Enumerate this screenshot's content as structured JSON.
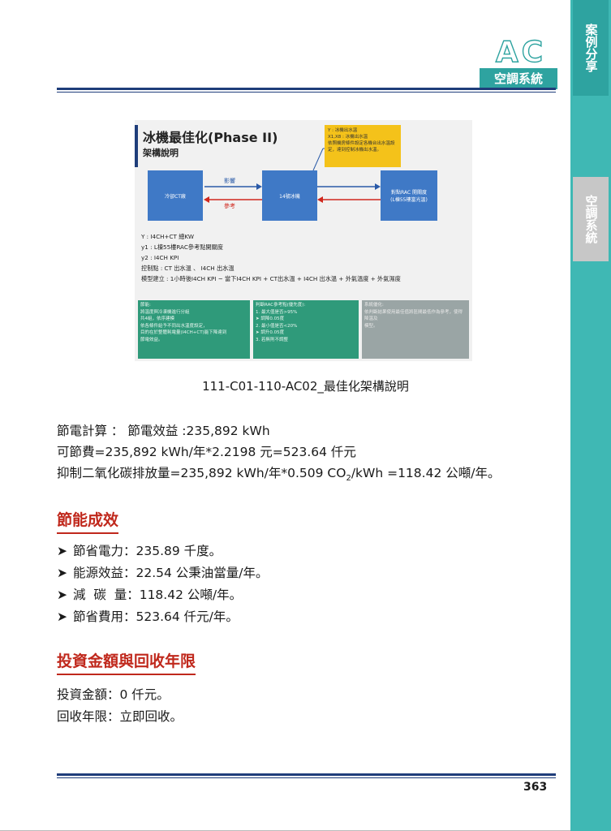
{
  "sidebar": {
    "tab_top": "案例分享",
    "tab_mid": "空調系統"
  },
  "header": {
    "logo": "AC",
    "label": "空調系統"
  },
  "figure": {
    "title": "冰機最佳化(Phase II)",
    "subtitle": "架構說明",
    "note": "Y : 冰機出水溫\nX1,X8 : 冰機出水溫\n依照機房條件設定各機台出水溫設定，達到控制冰機出水溫。",
    "box_left": "冷卻CT廠",
    "box_mid": "14號冰機",
    "box_right": "對點RAC 開關度\n(L棟55樓當光溫)",
    "arrow_top": "影響",
    "arrow_bottom": "參考",
    "lines": [
      "Y : I4CH+CT 總KW",
      "y1 : L棟55樓RAC參考點開關度",
      "y2 : I4CH KPI",
      "控制點 : CT 出水溫 、 I4CH 出水溫",
      "模型建立 : 1小時後I4CH KPI ~ 當下I4CH KPI + CT出水溫 + I4CH 出水溫 + 外氣溫度 + 外氣濕度"
    ],
    "green_left": "節能:\n將溫度與冷凍機進行分組\n共4組，依序建模\n依各條件給予不同出水溫度設定，\n目的在於整體耗電量(I4CH+CT)能下降達到\n節電效益。",
    "green_mid": "判斷RAC參考點(優先度):\n1. 最大值是否>95%\n    ➤ 調降0.05度\n2. 最小值是否<20%\n    ➤ 調升0.05度\n3. 若無則不調整",
    "gray_right": "系統優化:\n依判斷結果使用最佳值將區間最低作為參考，使得降溫及\n模型。"
  },
  "caption": "111-C01-110-AC02_最佳化架構說明",
  "calc": {
    "line1": "節電計算 ： 節電效益 :235,892 kWh",
    "line2": "可節費=235,892 kWh/年*2.2198 元=523.64  仟元",
    "line3_pre": "抑制二氧化碳排放量=235,892 kWh/年*0.509 CO",
    "line3_sub": "2",
    "line3_post": "/kWh =118.42 公噸/年。"
  },
  "section1": {
    "title": "節能成效",
    "items": [
      "節省電力：235.89 千度。",
      "能源效益：22.54 公秉油當量/年。",
      "減  碳  量：118.42 公噸/年。",
      "節省費用：523.64 仟元/年。"
    ]
  },
  "section2": {
    "title": "投資金額與回收年限",
    "lines": [
      "投資金額：0 仟元。",
      "回收年限：立即回收。"
    ]
  },
  "page_number": "363"
}
